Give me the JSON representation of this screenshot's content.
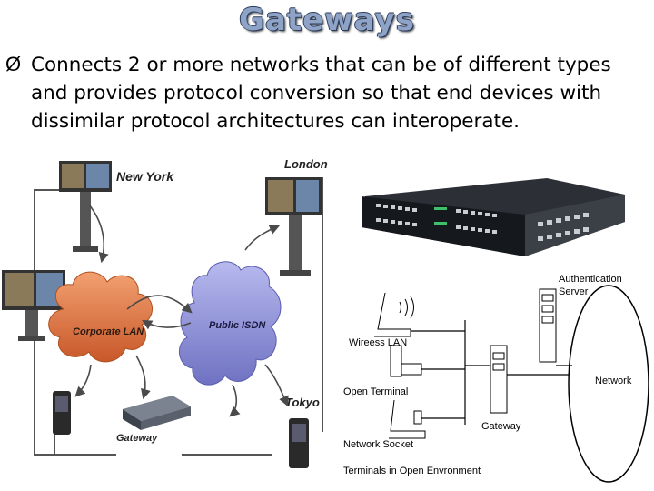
{
  "slide": {
    "title": "Gateways",
    "bullet_marker": "Ø",
    "bullet_text": "Connects 2 or more networks that can be of different types and provides protocol conversion so that end devices with dissimilar protocol architectures can interoperate."
  },
  "left_diagram": {
    "new_york": "New York",
    "london": "London",
    "tokyo": "Tokyo",
    "corporate_lan": "Corporate LAN",
    "public_isdn": "Public ISDN",
    "gateway": "Gateway"
  },
  "right_diagram": {
    "auth_server": "Authentication",
    "auth_server_2": "Server",
    "wireless_lan": "Wireess LAN",
    "open_terminal": "Open Terminal",
    "network_socket": "Network Socket",
    "terminals": "Terminals in Open Envronment",
    "gateway": "Gateway",
    "network": "Network"
  },
  "colors": {
    "title": "#8ea3c6",
    "cloud_lan": "#e07a45",
    "cloud_isdn": "#8d8fd6",
    "device_body": "#1f2326"
  }
}
